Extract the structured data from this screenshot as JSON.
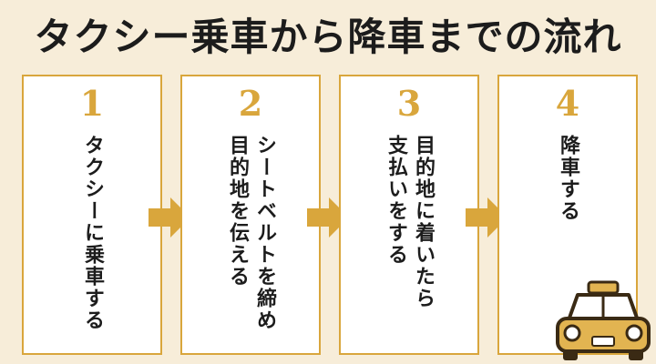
{
  "title": "タクシー乗車から降車までの流れ",
  "steps": [
    {
      "number": "1",
      "text": "タクシーに乗車する"
    },
    {
      "number": "2",
      "text": "シートベルトを締め\n目的地を伝える"
    },
    {
      "number": "3",
      "text": "目的地に着いたら\n支払いをする"
    },
    {
      "number": "4",
      "text": "降車する"
    }
  ],
  "colors": {
    "accent": "#d9a63c",
    "background": "#f7edd9",
    "card": "#ffffff",
    "text": "#1c1c1c"
  },
  "icons": [
    "arrow-right-icon",
    "taxi-icon"
  ]
}
